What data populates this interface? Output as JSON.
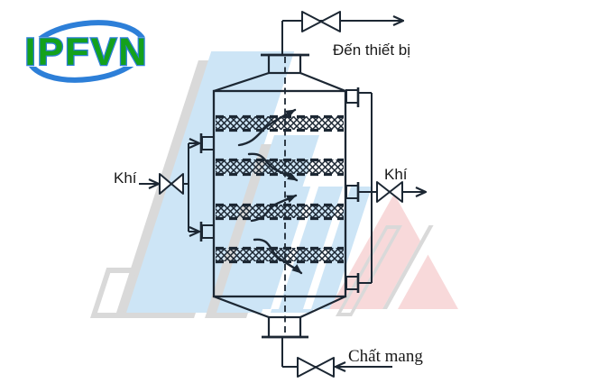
{
  "logo": {
    "text": "IPFVN"
  },
  "labels": {
    "to_equipment": "Đến thiết bị",
    "gas_in": "Khí",
    "gas_out": "Khí",
    "carrier": "Chất mang"
  },
  "colors": {
    "ink": "#1c2733",
    "text": "#1a1a1a",
    "wm-blue": "#cde5f6",
    "wm-gray": "#d9d9d9",
    "wm-pink": "#f8d9da",
    "logo-green": "#14a11c",
    "logo-blue": "#2d7fd8"
  },
  "diagram": {
    "type": "process-flow",
    "packed_beds": 4,
    "flow_arrows": 4,
    "valves": 4
  }
}
